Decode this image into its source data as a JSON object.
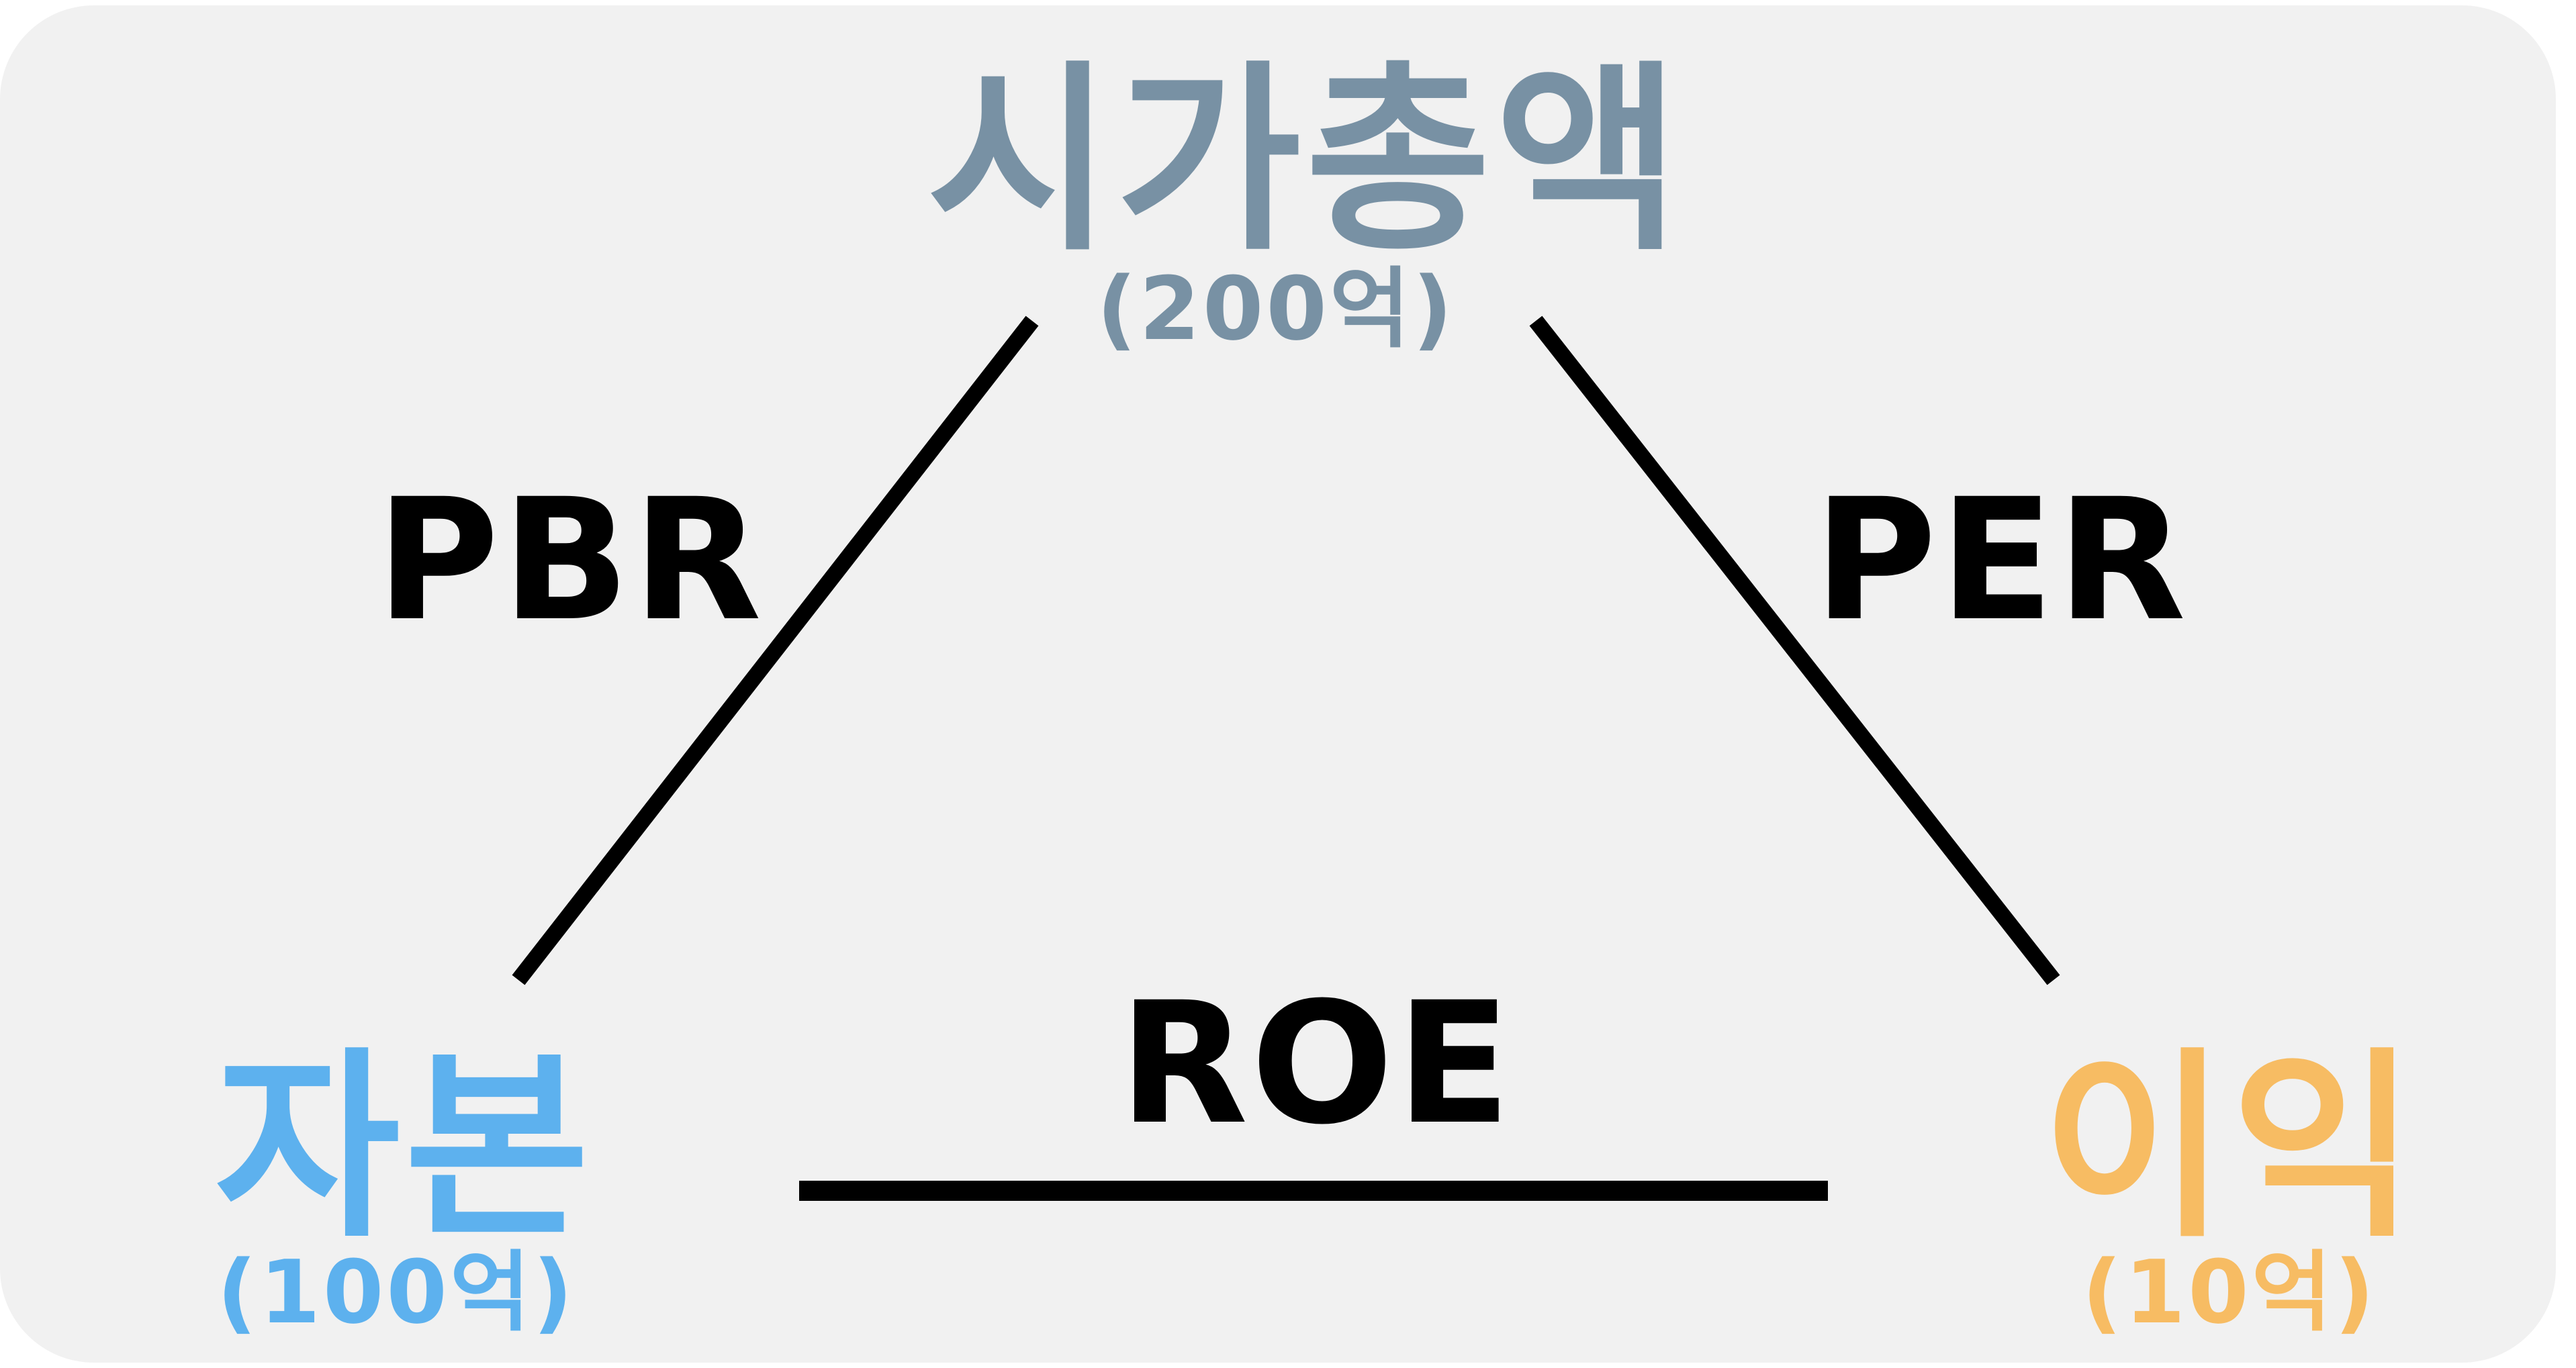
{
  "colors": {
    "panel_bg": "#f1f1f1",
    "market_cap": "#7891a4",
    "equity": "#5db1ee",
    "profit": "#f7bc63",
    "ratio_text": "#000000",
    "edge": "#000000"
  },
  "nodes": {
    "market_cap": {
      "title": "시가총액",
      "value": "(200억)"
    },
    "equity": {
      "title": "자본",
      "value": "(100억)"
    },
    "profit": {
      "title": "이익",
      "value": "(10억)"
    }
  },
  "edges": {
    "pbr": {
      "label": "PBR"
    },
    "per": {
      "label": "PER"
    },
    "roe": {
      "label": "ROE"
    }
  }
}
